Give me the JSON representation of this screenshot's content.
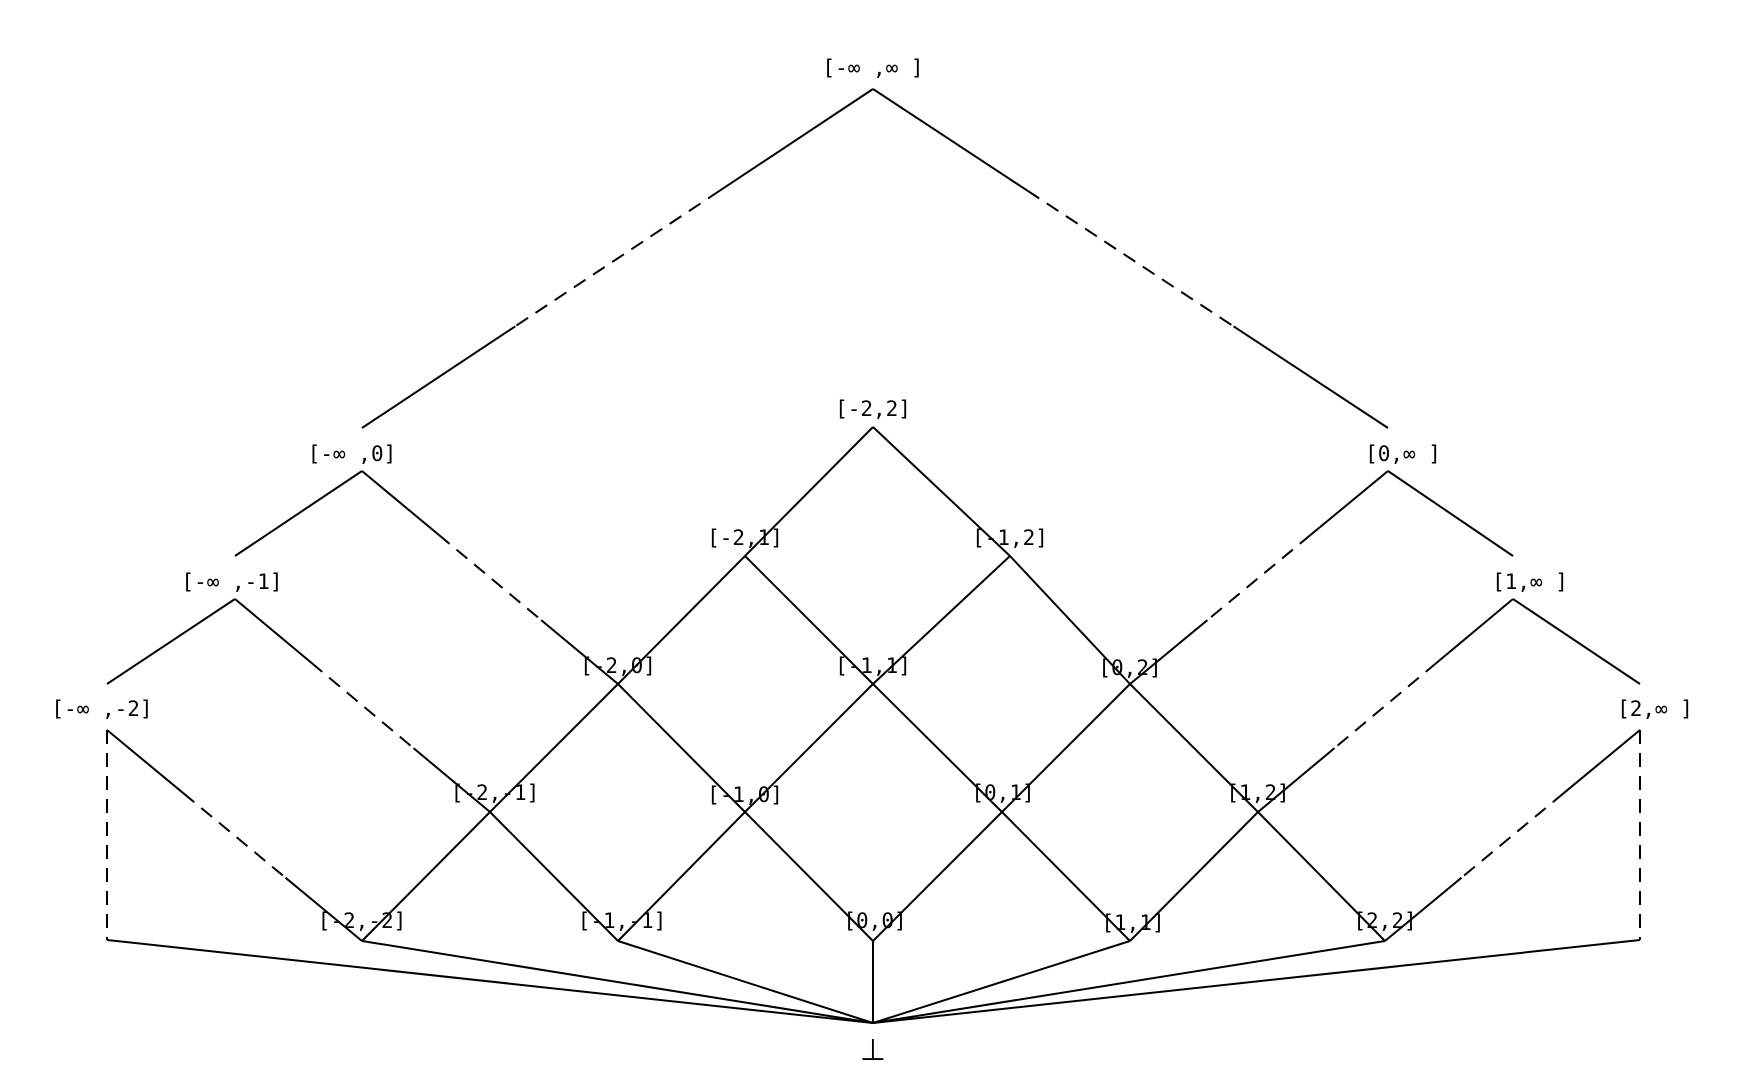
{
  "diagram": {
    "nodes": [
      {
        "id": "top",
        "label": "[-∞ ,∞ ]"
      },
      {
        "id": "ninf_0",
        "label": "[-∞ ,0]"
      },
      {
        "id": "m2_2",
        "label": "[-2,2]"
      },
      {
        "id": "0_inf",
        "label": "[0,∞ ]"
      },
      {
        "id": "ninf_m1",
        "label": "[-∞ ,-1]"
      },
      {
        "id": "m2_1",
        "label": "[-2,1]"
      },
      {
        "id": "m1_2",
        "label": "[-1,2]"
      },
      {
        "id": "1_inf",
        "label": "[1,∞ ]"
      },
      {
        "id": "ninf_m2",
        "label": "[-∞ ,-2]"
      },
      {
        "id": "m2_0",
        "label": "[-2,0]"
      },
      {
        "id": "m1_1",
        "label": "[-1,1]"
      },
      {
        "id": "0_2",
        "label": "[0,2]"
      },
      {
        "id": "2_inf",
        "label": "[2,∞ ]"
      },
      {
        "id": "m2_m1",
        "label": "[-2,-1]"
      },
      {
        "id": "m1_0",
        "label": "[-1,0]"
      },
      {
        "id": "0_1",
        "label": "[0,1]"
      },
      {
        "id": "1_2",
        "label": "[1,2]"
      },
      {
        "id": "m2_m2",
        "label": "[-2,-2]"
      },
      {
        "id": "m1_m1",
        "label": "[-1,-1]"
      },
      {
        "id": "0_0",
        "label": "[0,0]"
      },
      {
        "id": "1_1",
        "label": "[1,1]"
      },
      {
        "id": "2_2",
        "label": "[2,2]"
      },
      {
        "id": "bottom",
        "label": "⊥"
      }
    ],
    "edges": [
      {
        "from": "top",
        "to": "ninf_0",
        "style": "broken"
      },
      {
        "from": "top",
        "to": "0_inf",
        "style": "broken"
      },
      {
        "from": "ninf_0",
        "to": "ninf_m1",
        "style": "solid"
      },
      {
        "from": "ninf_0",
        "to": "m2_0",
        "style": "broken"
      },
      {
        "from": "0_inf",
        "to": "1_inf",
        "style": "solid"
      },
      {
        "from": "0_inf",
        "to": "0_2",
        "style": "broken"
      },
      {
        "from": "ninf_m1",
        "to": "ninf_m2",
        "style": "solid"
      },
      {
        "from": "ninf_m1",
        "to": "m2_m1",
        "style": "broken"
      },
      {
        "from": "1_inf",
        "to": "2_inf",
        "style": "solid"
      },
      {
        "from": "1_inf",
        "to": "1_2",
        "style": "broken"
      },
      {
        "from": "ninf_m2",
        "to": "m2_m2",
        "style": "broken"
      },
      {
        "from": "ninf_m2",
        "to": "bottom",
        "style": "dashed_elbow"
      },
      {
        "from": "2_inf",
        "to": "2_2",
        "style": "broken"
      },
      {
        "from": "2_inf",
        "to": "bottom",
        "style": "dashed_elbow"
      },
      {
        "from": "top",
        "to": "m2_2",
        "style": "hidden"
      },
      {
        "from": "m2_2",
        "to": "m2_1",
        "style": "solid"
      },
      {
        "from": "m2_2",
        "to": "m1_2",
        "style": "solid"
      },
      {
        "from": "m2_1",
        "to": "m2_0",
        "style": "solid"
      },
      {
        "from": "m2_1",
        "to": "m1_1",
        "style": "solid"
      },
      {
        "from": "m1_2",
        "to": "m1_1",
        "style": "solid"
      },
      {
        "from": "m1_2",
        "to": "0_2",
        "style": "solid"
      },
      {
        "from": "m2_0",
        "to": "m2_m1",
        "style": "solid"
      },
      {
        "from": "m2_0",
        "to": "m1_0",
        "style": "solid"
      },
      {
        "from": "m1_1",
        "to": "m1_0",
        "style": "solid"
      },
      {
        "from": "m1_1",
        "to": "0_1",
        "style": "solid"
      },
      {
        "from": "0_2",
        "to": "0_1",
        "style": "solid"
      },
      {
        "from": "0_2",
        "to": "1_2",
        "style": "solid"
      },
      {
        "from": "m2_m1",
        "to": "m2_m2",
        "style": "solid"
      },
      {
        "from": "m2_m1",
        "to": "m1_m1",
        "style": "solid"
      },
      {
        "from": "m1_0",
        "to": "m1_m1",
        "style": "solid"
      },
      {
        "from": "m1_0",
        "to": "0_0",
        "style": "solid"
      },
      {
        "from": "0_1",
        "to": "0_0",
        "style": "solid"
      },
      {
        "from": "0_1",
        "to": "1_1",
        "style": "solid"
      },
      {
        "from": "1_2",
        "to": "1_1",
        "style": "solid"
      },
      {
        "from": "1_2",
        "to": "2_2",
        "style": "solid"
      },
      {
        "from": "m2_m2",
        "to": "bottom",
        "style": "solid"
      },
      {
        "from": "m1_m1",
        "to": "bottom",
        "style": "solid"
      },
      {
        "from": "0_0",
        "to": "bottom",
        "style": "solid"
      },
      {
        "from": "1_1",
        "to": "bottom",
        "style": "solid"
      },
      {
        "from": "2_2",
        "to": "bottom",
        "style": "solid"
      }
    ]
  },
  "colors": {
    "line": "#000000",
    "background": "#ffffff",
    "text": "#000000"
  }
}
